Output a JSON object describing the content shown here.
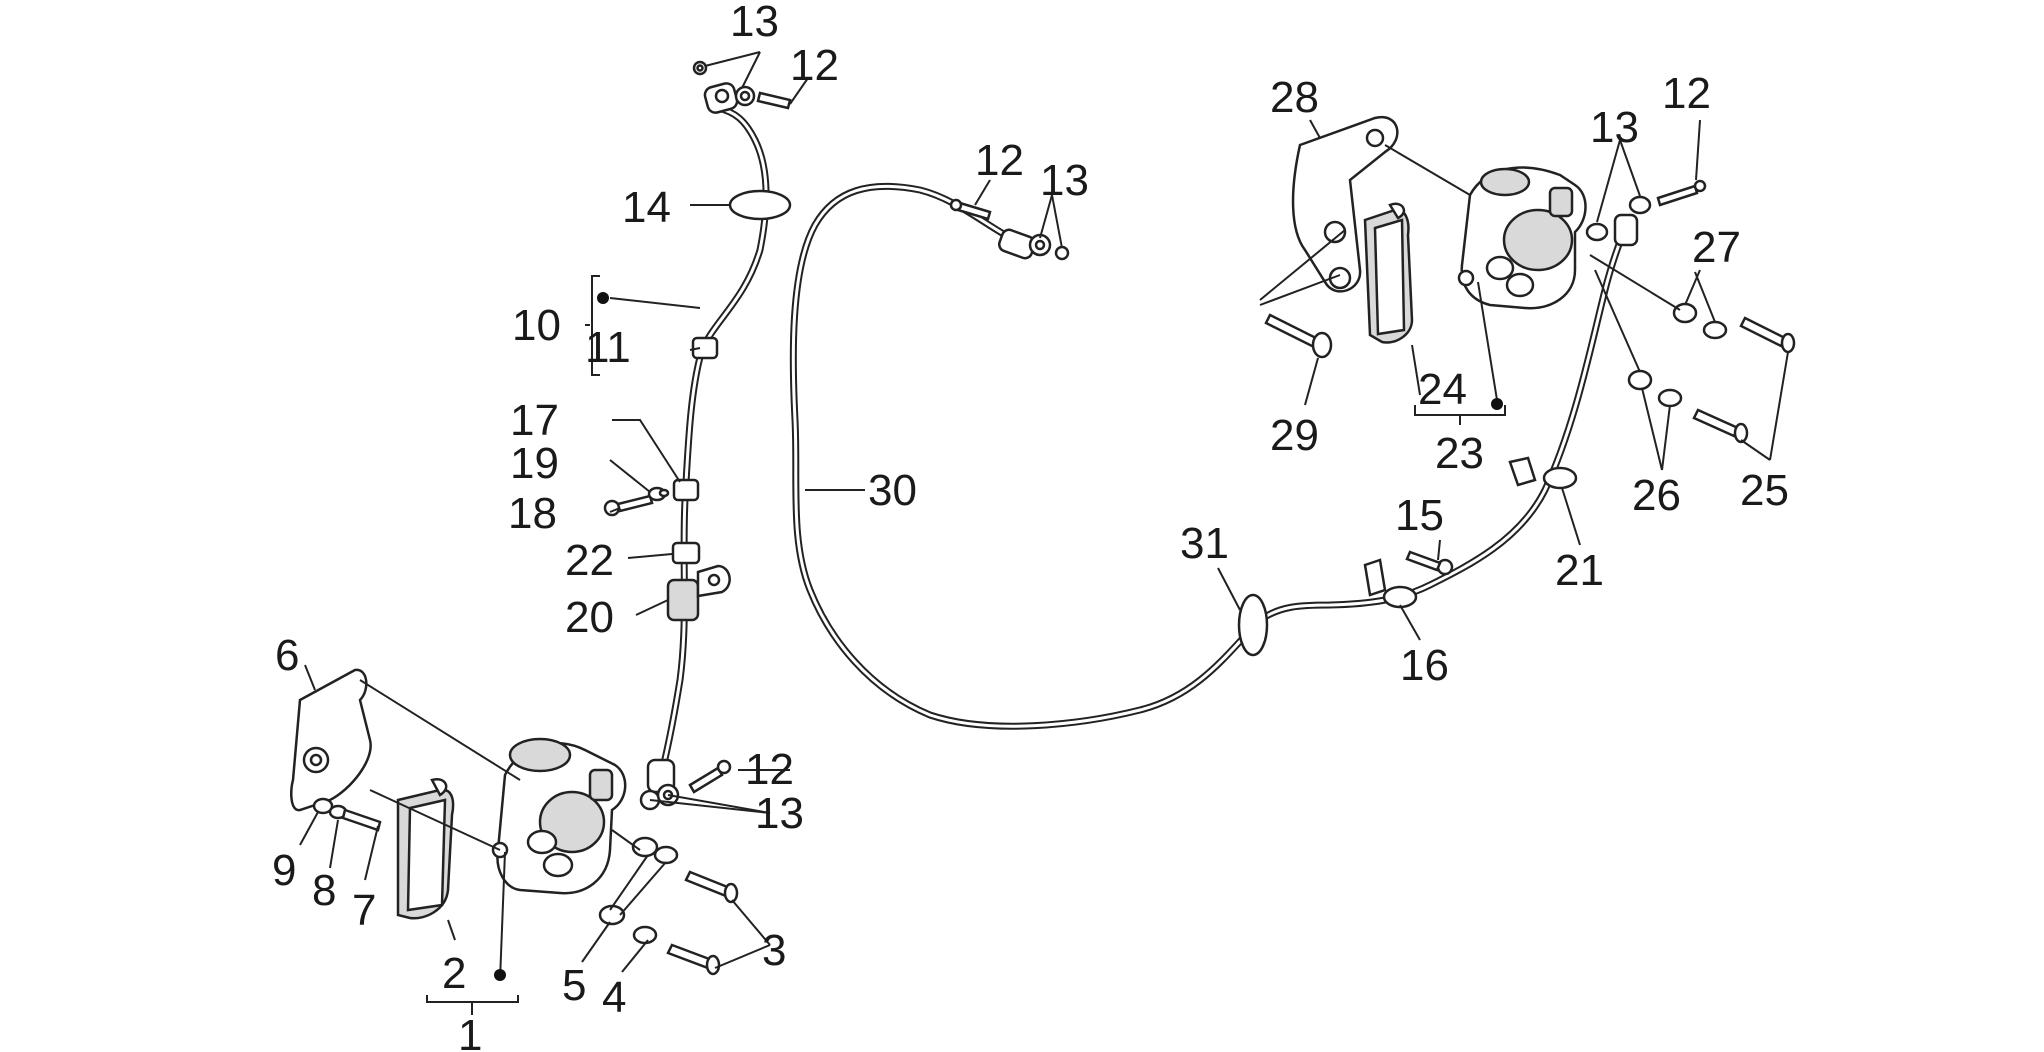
{
  "callouts": [
    {
      "id": "c1",
      "text": "1"
    },
    {
      "id": "c2",
      "text": "2"
    },
    {
      "id": "c3",
      "text": "3"
    },
    {
      "id": "c4",
      "text": "4"
    },
    {
      "id": "c5",
      "text": "5"
    },
    {
      "id": "c6",
      "text": "6"
    },
    {
      "id": "c7",
      "text": "7"
    },
    {
      "id": "c8",
      "text": "8"
    },
    {
      "id": "c9",
      "text": "9"
    },
    {
      "id": "c10",
      "text": "10"
    },
    {
      "id": "c11",
      "text": "11"
    },
    {
      "id": "c12a",
      "text": "12"
    },
    {
      "id": "c12b",
      "text": "12"
    },
    {
      "id": "c12c",
      "text": "12"
    },
    {
      "id": "c12d",
      "text": "12"
    },
    {
      "id": "c13a",
      "text": "13"
    },
    {
      "id": "c13b",
      "text": "13"
    },
    {
      "id": "c13c",
      "text": "13"
    },
    {
      "id": "c13d",
      "text": "13"
    },
    {
      "id": "c14",
      "text": "14"
    },
    {
      "id": "c15",
      "text": "15"
    },
    {
      "id": "c16",
      "text": "16"
    },
    {
      "id": "c17",
      "text": "17"
    },
    {
      "id": "c18",
      "text": "18"
    },
    {
      "id": "c19",
      "text": "19"
    },
    {
      "id": "c20",
      "text": "20"
    },
    {
      "id": "c21",
      "text": "21"
    },
    {
      "id": "c22",
      "text": "22"
    },
    {
      "id": "c23",
      "text": "23"
    },
    {
      "id": "c24",
      "text": "24"
    },
    {
      "id": "c25",
      "text": "25"
    },
    {
      "id": "c26",
      "text": "26"
    },
    {
      "id": "c27",
      "text": "27"
    },
    {
      "id": "c28",
      "text": "28"
    },
    {
      "id": "c29",
      "text": "29"
    },
    {
      "id": "c30",
      "text": "30"
    },
    {
      "id": "c31",
      "text": "31"
    }
  ]
}
